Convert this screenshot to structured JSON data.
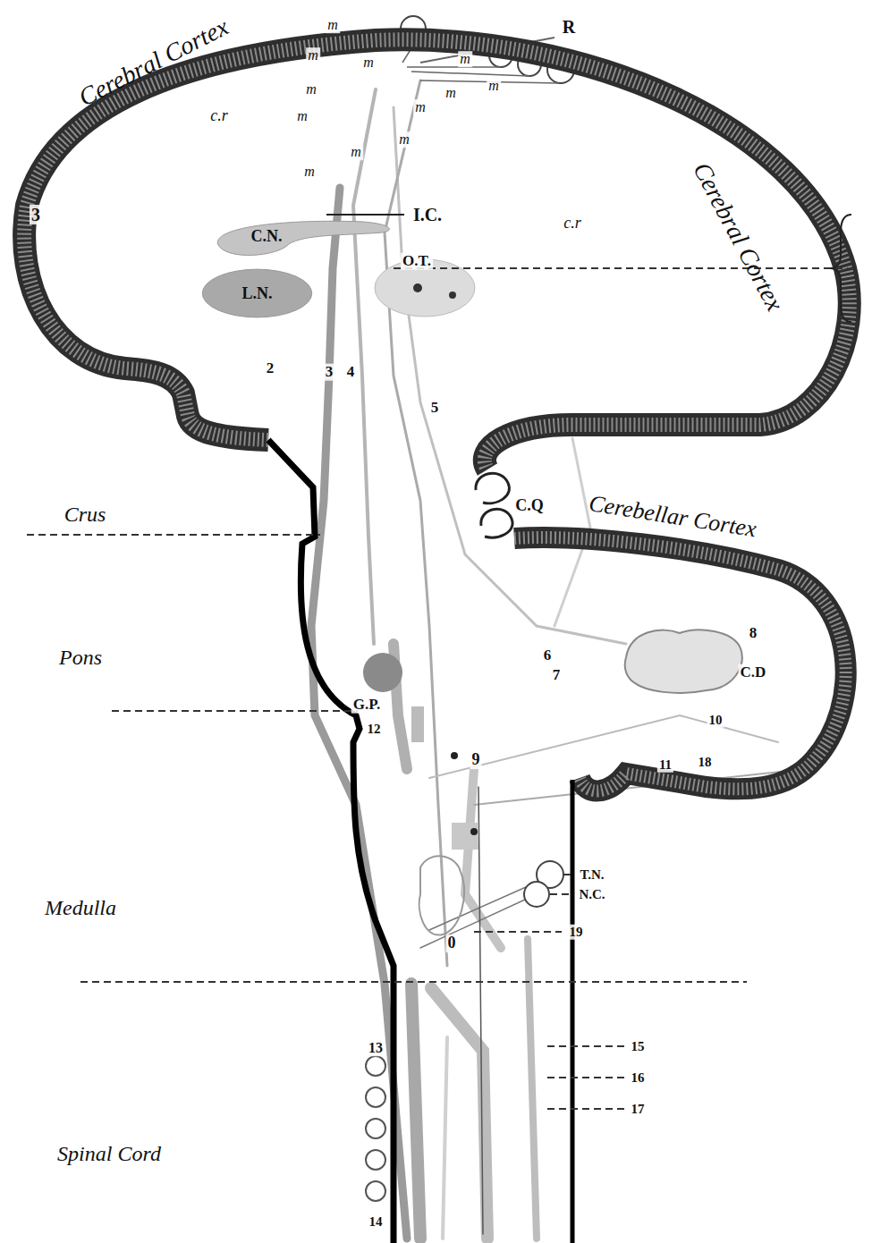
{
  "diagram": {
    "nodes": [
      {
        "text": [
          "C.N."
        ]
      },
      {
        "text": [
          "L.N."
        ]
      }
    ],
    "labels": [
      "Cerebral Cortex",
      "R",
      "m",
      "m",
      "m",
      "m",
      "m",
      "m",
      "m",
      "m",
      "m",
      "m",
      "m",
      "m",
      "c.r",
      "3",
      "I.C.",
      "c.r",
      "Cerebral Cortex",
      "O.T.",
      "2",
      "3",
      "4",
      "5",
      "Crus",
      "C.Q",
      "Cerebellar Cortex",
      "Pons",
      "G.P.",
      "6",
      "7",
      "8",
      "C.D",
      "12",
      "10",
      "9",
      "11",
      "18",
      "Medulla",
      "T.N.",
      "N.C.",
      "0",
      "19",
      "15",
      "16",
      "17",
      "13",
      "14",
      "Spinal Cord"
    ]
  }
}
